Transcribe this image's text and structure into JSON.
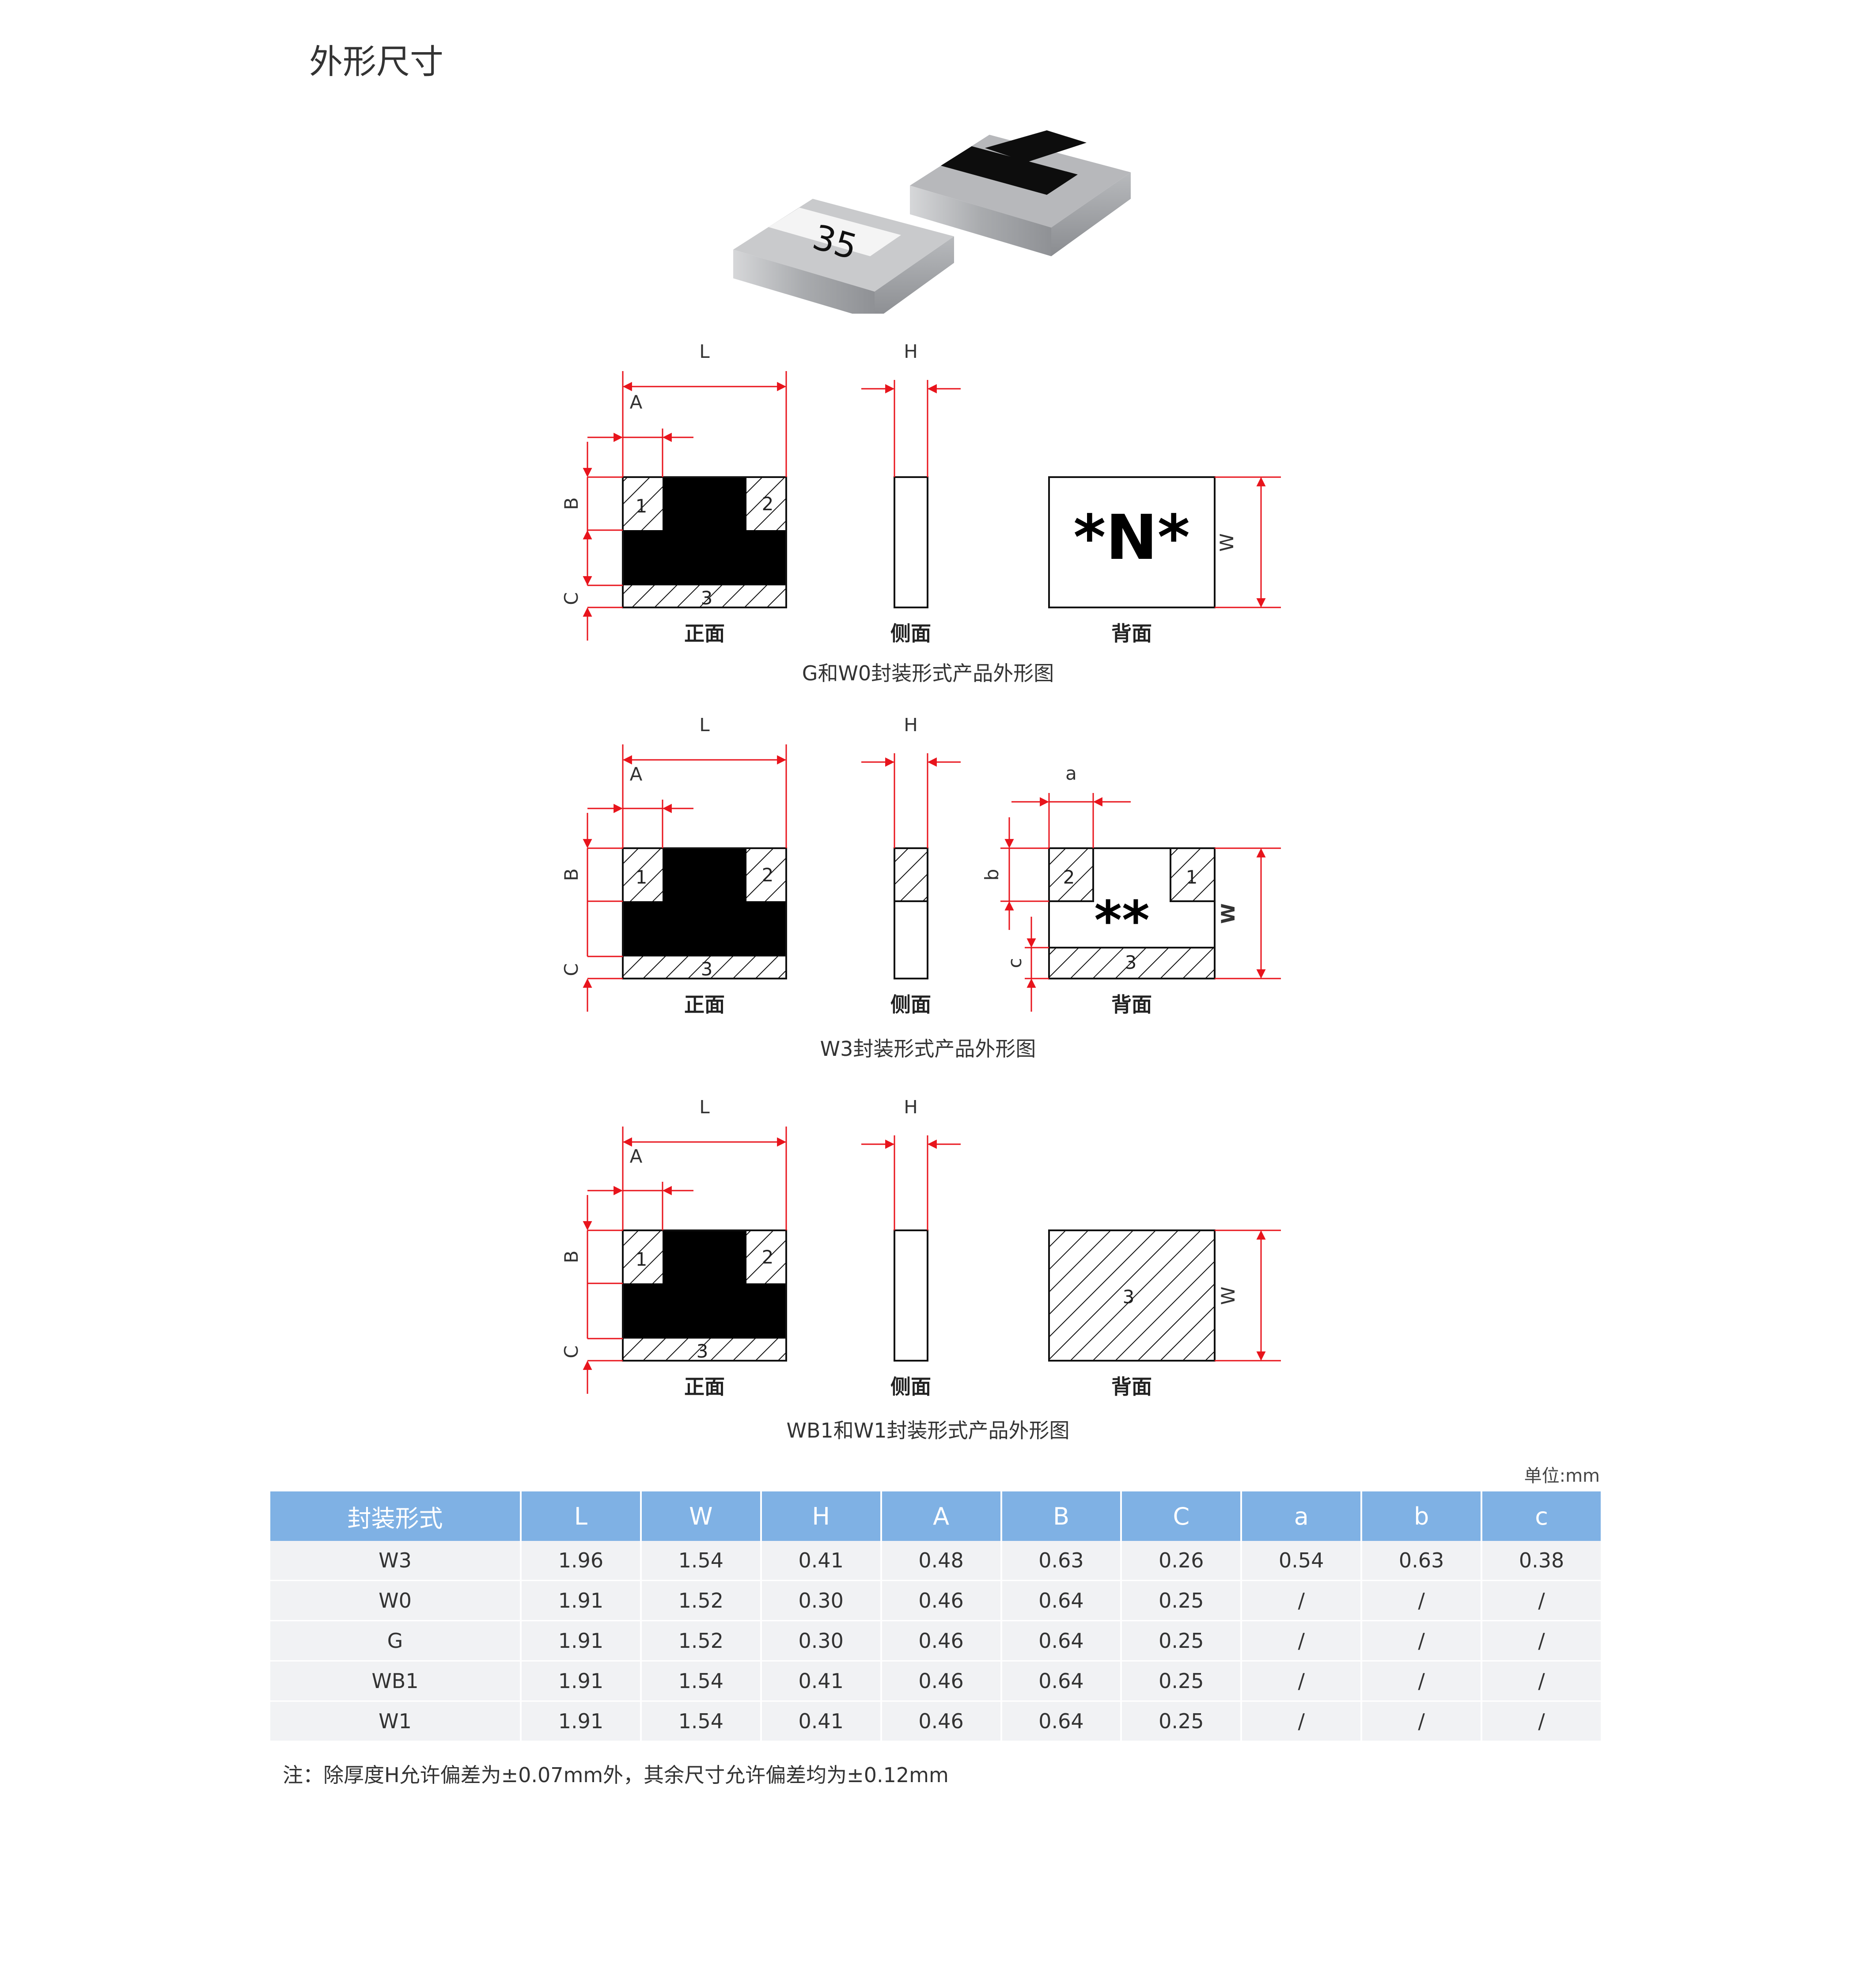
{
  "page": {
    "title": "外形尺寸"
  },
  "photo": {
    "marking": "35"
  },
  "dimension_labels": {
    "L": "L",
    "H": "H",
    "A": "A",
    "B": "B",
    "C": "C",
    "W": "W",
    "a": "a",
    "b": "b",
    "c": "c"
  },
  "pad_numbers": {
    "one": "1",
    "two": "2",
    "three": "3"
  },
  "face_labels": {
    "front": "正面",
    "side": "侧面",
    "back": "背面"
  },
  "markings": {
    "n_mark": "*N*",
    "double_star": "**"
  },
  "captions": {
    "fig1": "G和W0封装形式产品外形图",
    "fig2": "W3封装形式产品外形图",
    "fig3": "WB1和W1封装形式产品外形图"
  },
  "table": {
    "unit": "单位:mm",
    "headers": [
      "封装形式",
      "L",
      "W",
      "H",
      "A",
      "B",
      "C",
      "a",
      "b",
      "c"
    ],
    "rows": [
      [
        "W3",
        "1.96",
        "1.54",
        "0.41",
        "0.48",
        "0.63",
        "0.26",
        "0.54",
        "0.63",
        "0.38"
      ],
      [
        "W0",
        "1.91",
        "1.52",
        "0.30",
        "0.46",
        "0.64",
        "0.25",
        "/",
        "/",
        "/"
      ],
      [
        "G",
        "1.91",
        "1.52",
        "0.30",
        "0.46",
        "0.64",
        "0.25",
        "/",
        "/",
        "/"
      ],
      [
        "WB1",
        "1.91",
        "1.54",
        "0.41",
        "0.46",
        "0.64",
        "0.25",
        "/",
        "/",
        "/"
      ],
      [
        "W1",
        "1.91",
        "1.54",
        "0.41",
        "0.46",
        "0.64",
        "0.25",
        "/",
        "/",
        "/"
      ]
    ]
  },
  "note": "注：除厚度H允许偏差为±0.07mm外，其余尺寸允许偏差均为±0.12mm",
  "colors": {
    "dimension": "#e8141c",
    "header": "#7fb1e4",
    "row_shade": "#f1f2f4"
  }
}
